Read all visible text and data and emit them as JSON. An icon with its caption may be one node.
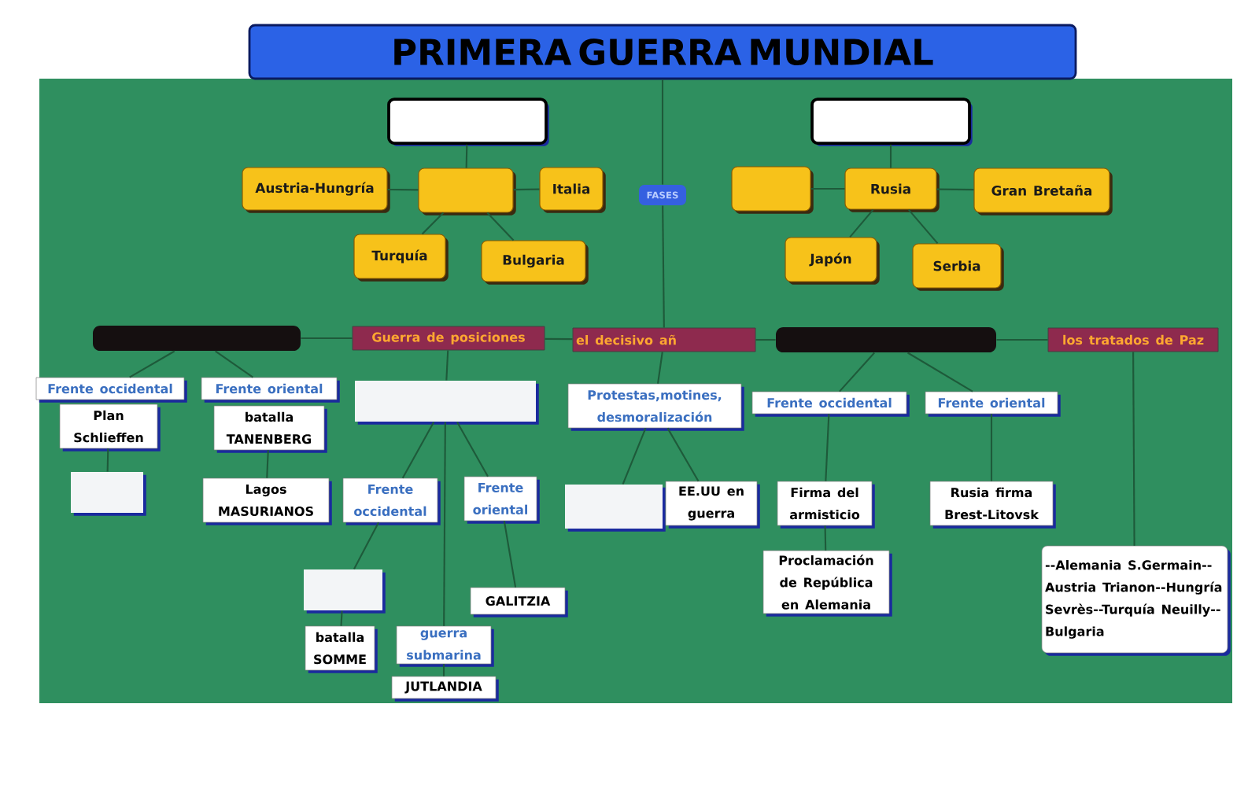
{
  "diagram": {
    "nodes": [
      {
        "text": [
          "PRIMERA GUERRA MUNDIAL"
        ]
      },
      {
        "text": [],
        "shape": "box"
      },
      {
        "text": [
          "Austria-Hungría"
        ]
      },
      {
        "text": [],
        "shape": "box"
      },
      {
        "text": [
          "Italia"
        ]
      },
      {
        "text": [
          "Turquía"
        ]
      },
      {
        "text": [
          "Bulgaria"
        ]
      },
      {
        "text": [],
        "shape": "box"
      },
      {
        "text": [],
        "shape": "box"
      },
      {
        "text": [
          "Rusia"
        ]
      },
      {
        "text": [
          "Gran Bretaña"
        ]
      },
      {
        "text": [
          "Japón"
        ]
      },
      {
        "text": [
          "Serbia"
        ]
      },
      {
        "text": [
          "FASES"
        ]
      },
      {
        "text": [],
        "shape": "box"
      },
      {
        "text": [
          "Guerra de posiciones"
        ]
      },
      {
        "text": [
          "el decisivo añ"
        ]
      },
      {
        "text": [],
        "shape": "box"
      },
      {
        "text": [
          "los tratados de Paz"
        ]
      },
      {
        "text": [
          "Frente occidental"
        ]
      },
      {
        "text": [
          "Frente oriental"
        ]
      },
      {
        "text": [
          "Plan Schlieffen"
        ]
      },
      {
        "text": [],
        "shape": "box"
      },
      {
        "text": [
          "batalla TANENBERG"
        ]
      },
      {
        "text": [
          "Lagos MASURIANOS"
        ]
      },
      {
        "text": [],
        "shape": "box"
      },
      {
        "text": [
          "Frente occidental"
        ]
      },
      {
        "text": [
          "Frente oriental"
        ]
      },
      {
        "text": [],
        "shape": "box"
      },
      {
        "text": [
          "batalla SOMME"
        ]
      },
      {
        "text": [
          "guerra submarina"
        ]
      },
      {
        "text": [
          "JUTLANDIA"
        ]
      },
      {
        "text": [
          "GALITZIA"
        ]
      },
      {
        "text": [
          "Protestas,motines, desmoralización"
        ]
      },
      {
        "text": [],
        "shape": "box"
      },
      {
        "text": [
          "EE.UU en guerra"
        ]
      },
      {
        "text": [
          "Frente occidental"
        ]
      },
      {
        "text": [
          "Frente oriental"
        ]
      },
      {
        "text": [
          "Firma del armisticio"
        ]
      },
      {
        "text": [
          "Proclamación de República en Alemania"
        ]
      },
      {
        "text": [
          "Rusia firma Brest-Litovsk"
        ]
      },
      {
        "text": [
          "--Alemania S.Germain--Austria Trianon--Hungría Sevrès--Turquía Neuilly--Bulgaria"
        ]
      }
    ],
    "edges": [
      {
        "from": 0,
        "to": 13,
        "arrow": "none"
      },
      {
        "from": 13,
        "to": 16,
        "arrow": "none"
      },
      {
        "from": 1,
        "to": 3,
        "arrow": "none"
      },
      {
        "from": 2,
        "to": 3,
        "arrow": "none"
      },
      {
        "from": 3,
        "to": 4,
        "arrow": "none"
      },
      {
        "from": 3,
        "to": 5,
        "arrow": "none"
      },
      {
        "from": 3,
        "to": 6,
        "arrow": "none"
      },
      {
        "from": 7,
        "to": 9,
        "arrow": "none"
      },
      {
        "from": 8,
        "to": 9,
        "arrow": "none"
      },
      {
        "from": 9,
        "to": 10,
        "arrow": "none"
      },
      {
        "from": 9,
        "to": 11,
        "arrow": "none"
      },
      {
        "from": 9,
        "to": 12,
        "arrow": "none"
      },
      {
        "from": 14,
        "to": 15,
        "arrow": "none"
      },
      {
        "from": 15,
        "to": 16,
        "arrow": "none"
      },
      {
        "from": 16,
        "to": 17,
        "arrow": "none"
      },
      {
        "from": 17,
        "to": 18,
        "arrow": "none"
      },
      {
        "from": 14,
        "to": 19,
        "arrow": "none"
      },
      {
        "from": 14,
        "to": 20,
        "arrow": "none"
      },
      {
        "from": 21,
        "to": 22,
        "arrow": "none"
      },
      {
        "from": 23,
        "to": 24,
        "arrow": "none"
      },
      {
        "from": 15,
        "to": 25,
        "arrow": "none"
      },
      {
        "from": 25,
        "to": 26,
        "arrow": "none"
      },
      {
        "from": 25,
        "to": 27,
        "arrow": "none"
      },
      {
        "from": 25,
        "to": 30,
        "arrow": "none"
      },
      {
        "from": 26,
        "to": 28,
        "arrow": "none"
      },
      {
        "from": 28,
        "to": 29,
        "arrow": "none"
      },
      {
        "from": 27,
        "to": 32,
        "arrow": "none"
      },
      {
        "from": 30,
        "to": 31,
        "arrow": "none"
      },
      {
        "from": 16,
        "to": 33,
        "arrow": "none"
      },
      {
        "from": 33,
        "to": 34,
        "arrow": "none"
      },
      {
        "from": 33,
        "to": 35,
        "arrow": "none"
      },
      {
        "from": 17,
        "to": 36,
        "arrow": "none"
      },
      {
        "from": 17,
        "to": 37,
        "arrow": "none"
      },
      {
        "from": 36,
        "to": 38,
        "arrow": "none"
      },
      {
        "from": 38,
        "to": 39,
        "arrow": "none"
      },
      {
        "from": 37,
        "to": 40,
        "arrow": "none"
      },
      {
        "from": 18,
        "to": 41,
        "arrow": "none"
      }
    ]
  }
}
